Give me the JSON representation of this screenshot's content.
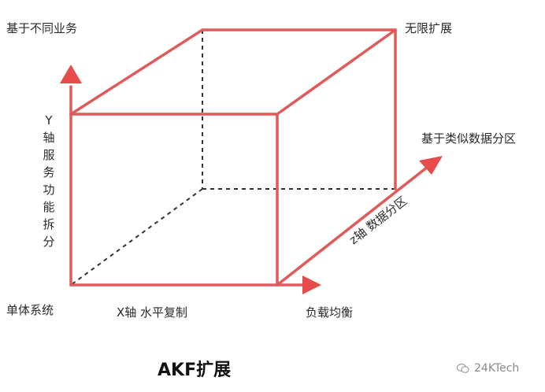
{
  "labels": {
    "top_left": "基于不同业务",
    "top_right": "无限扩展",
    "right_z": "基于类似数据分区",
    "z_axis": "z轴 数据分区",
    "origin": "单体系统",
    "x_axis": "X轴 水平复制",
    "x_end": "负载均衡"
  },
  "y_axis_chars": [
    "Y",
    "轴",
    "服",
    "务",
    "功",
    "能",
    "拆",
    "分"
  ],
  "title": "AKF扩展",
  "watermark": "24KTech",
  "colors": {
    "edge": "#e05a5a",
    "arrow": "#e74c4c",
    "dashed": "#333333"
  }
}
